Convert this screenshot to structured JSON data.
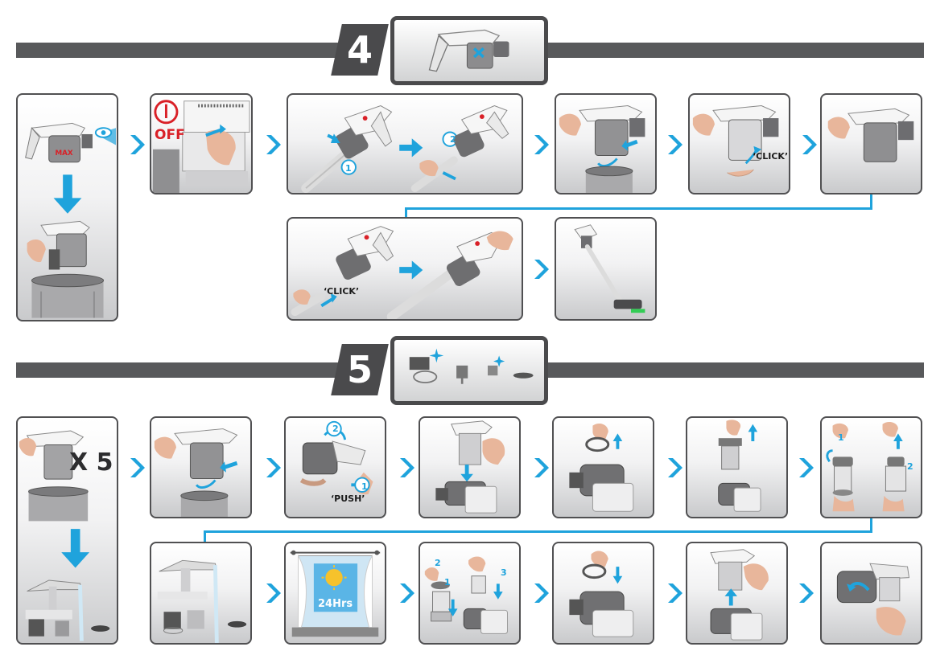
{
  "section4": {
    "step_number": "4",
    "labels": {
      "off": "OFF",
      "click": "‘CLICK’"
    }
  },
  "section5": {
    "step_number": "5",
    "labels": {
      "repeat": "X 5",
      "push": "‘PUSH’",
      "hours": "24Hrs"
    }
  },
  "markers": {
    "one": "1",
    "two": "2",
    "three": "3"
  },
  "colors": {
    "accent": "#1fa3dc",
    "bar": "#58595b",
    "frame": "#4a4a4c",
    "warning": "#d92027"
  },
  "icons": [
    "chevron-right-icon",
    "down-arrow-icon",
    "right-arrow-icon",
    "eye-icon",
    "power-icon",
    "sun-icon"
  ]
}
